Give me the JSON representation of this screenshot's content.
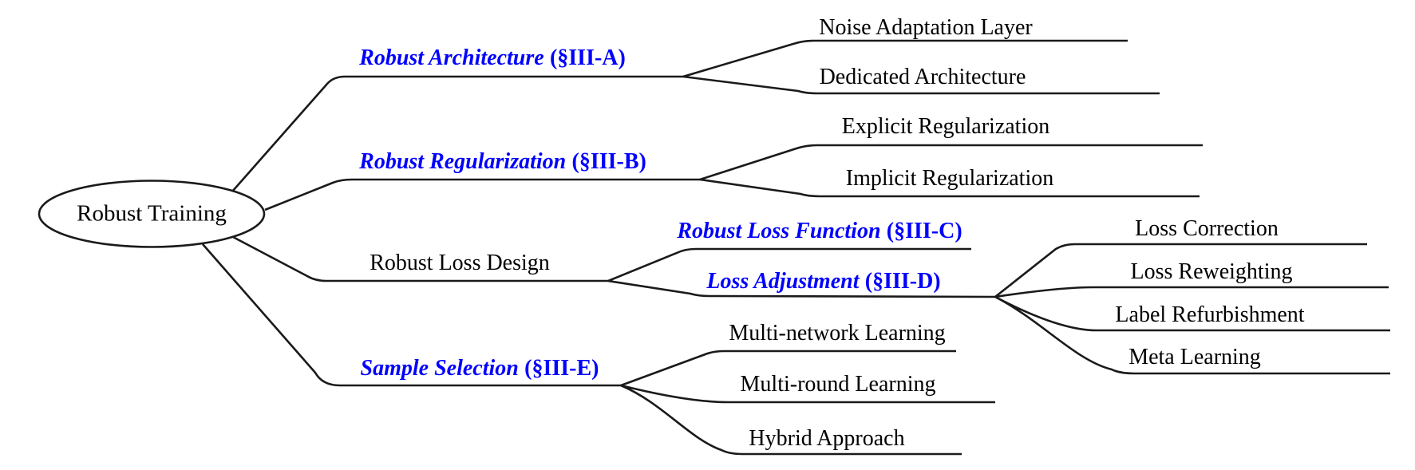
{
  "colors": {
    "branch_label_blue": "#0000ff",
    "leaf_label_black": "#000000",
    "line": "#1a1a1a",
    "background": "#ffffff"
  },
  "tree": {
    "root": "Robust Training",
    "branches": [
      {
        "name": "Robust Architecture",
        "section": "(§III-A)",
        "children": [
          {
            "name": "Noise Adaptation Layer"
          },
          {
            "name": "Dedicated Architecture"
          }
        ]
      },
      {
        "name": "Robust Regularization",
        "section": "(§III-B)",
        "children": [
          {
            "name": "Explicit Regularization"
          },
          {
            "name": "Implicit Regularization"
          }
        ]
      },
      {
        "name": "Robust Loss Design",
        "children": [
          {
            "name": "Robust Loss Function",
            "section": "(§III-C)"
          },
          {
            "name": "Loss Adjustment",
            "section": "(§III-D)",
            "children": [
              {
                "name": "Loss Correction"
              },
              {
                "name": "Loss Reweighting"
              },
              {
                "name": "Label Refurbishment"
              },
              {
                "name": "Meta Learning"
              }
            ]
          }
        ]
      },
      {
        "name": "Sample Selection",
        "section": "(§III-E)",
        "children": [
          {
            "name": "Multi-network Learning"
          },
          {
            "name": "Multi-round Learning"
          },
          {
            "name": "Hybrid Approach"
          }
        ]
      }
    ]
  }
}
